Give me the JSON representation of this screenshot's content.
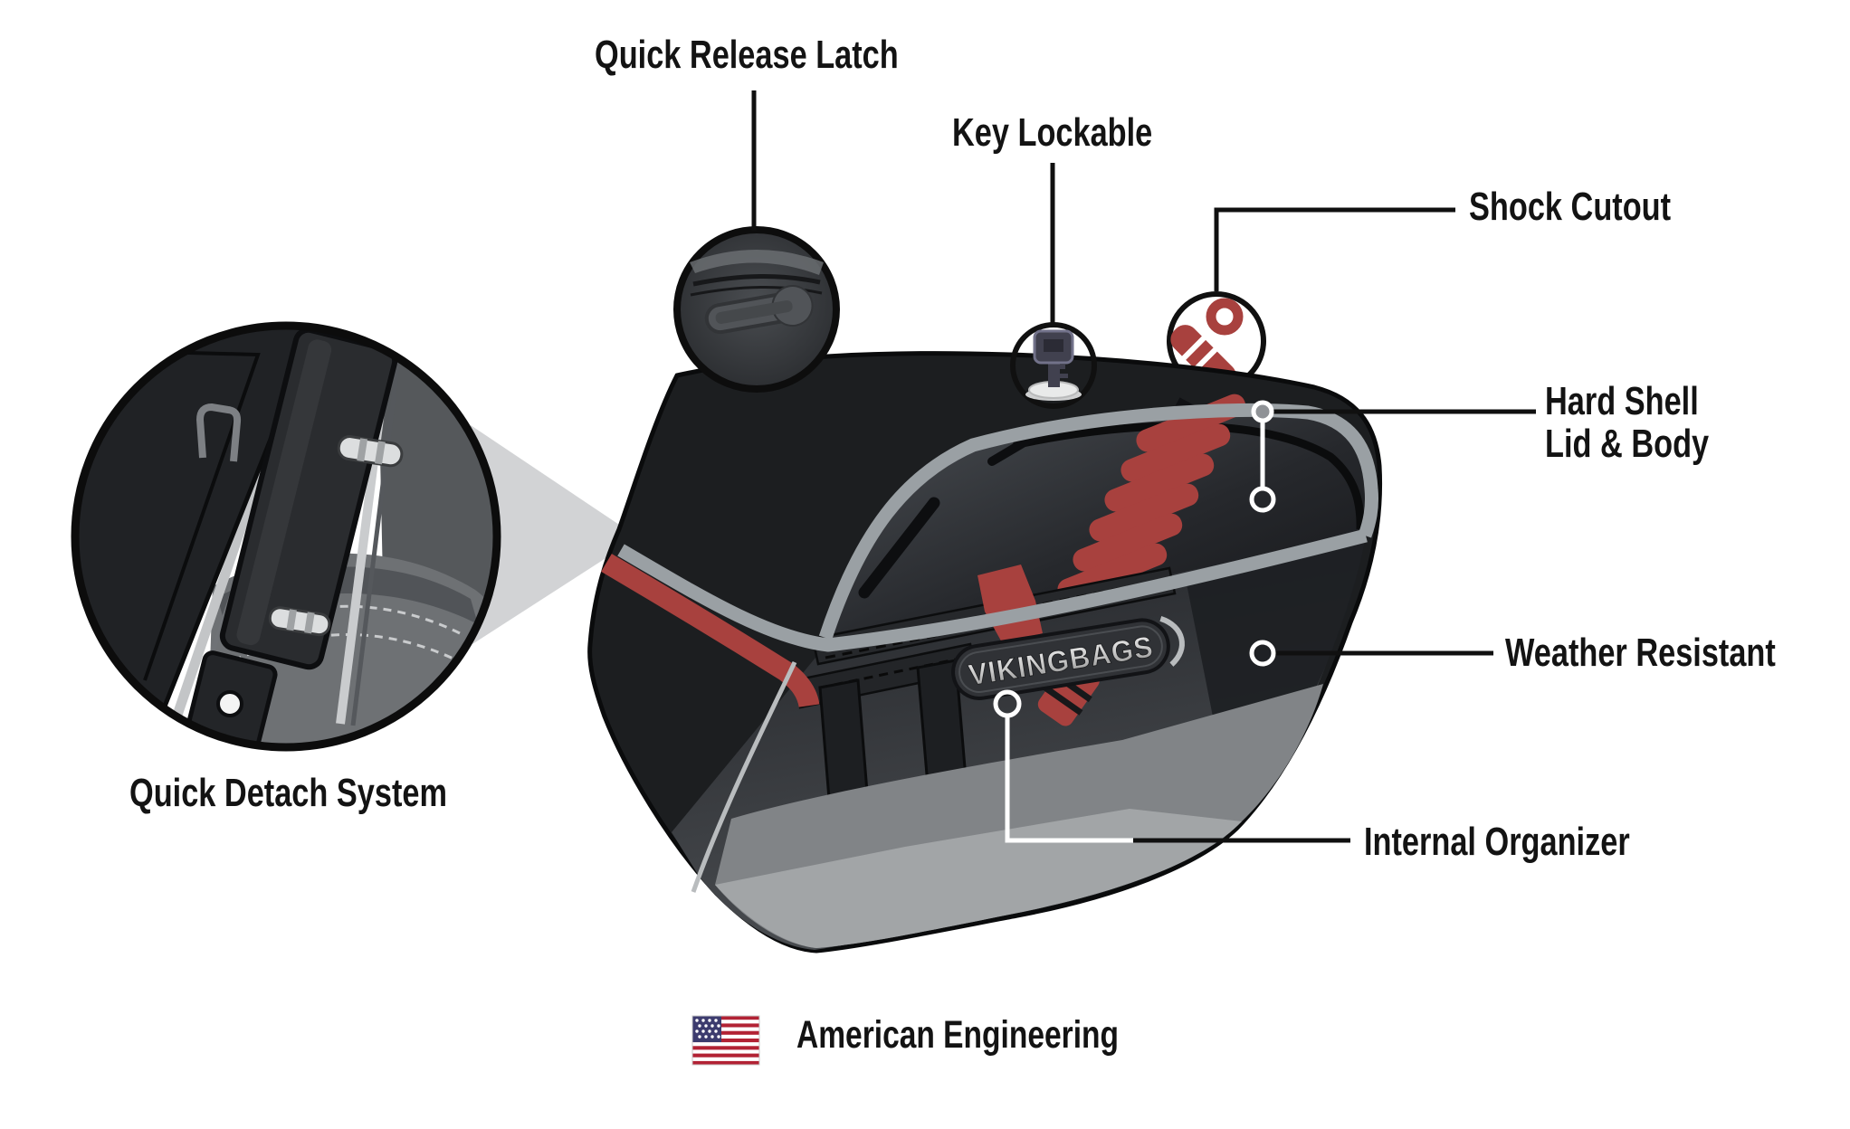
{
  "title": "Saddlebag features infographic",
  "callouts": {
    "quick_release_latch": "Quick Release Latch",
    "key_lockable": "Key Lockable",
    "shock_cutout": "Shock Cutout",
    "hard_shell_line1": "Hard Shell",
    "hard_shell_line2": "Lid & Body",
    "weather_resistant": "Weather Resistant",
    "internal_organizer": "Internal Organizer",
    "quick_detach_system": "Quick Detach System"
  },
  "brand": {
    "logo_text": "VIKINGBAGS"
  },
  "footer": {
    "label": "American Engineering"
  },
  "icons": {
    "latch": "latch-photo-icon",
    "key": "key-icon",
    "shock": "shock-absorber-icon",
    "flag": "us-flag-icon",
    "detach": "quick-detach-zoom"
  },
  "colors": {
    "accent_red": "#a8413e",
    "pinstripe_gray": "#9aa0a4",
    "bag_black": "#1c1e20",
    "panel_gray": "#818487",
    "text": "#131313",
    "flag_red": "#b22234",
    "flag_blue": "#3c3b6e"
  }
}
